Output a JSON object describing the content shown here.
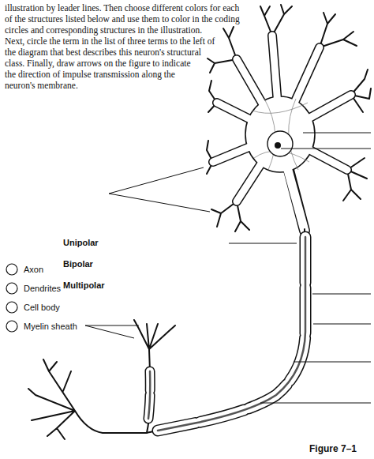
{
  "diagram": {
    "caption": "Figure 7–1",
    "labels": [
      "illustration by leader lines. Then choose different colors for each of the structures listed below and use them to color in the coding circles and corresponding structures in the illustration. Next, circle the term in the list of three terms to the left of the diagram that best describes this neuron's structural class. Finally, draw arrows on the figure to indicate the direction of impulse transmission along the neuron's membrane.",
      "Axon",
      "Dendrites",
      "Cell body",
      "Myelin sheath",
      "Unipolar",
      "Bipolar",
      "Multipolar"
    ]
  }
}
